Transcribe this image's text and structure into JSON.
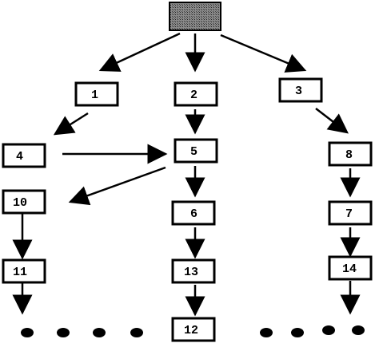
{
  "diagram": {
    "root": {
      "label": ""
    },
    "nodes": [
      {
        "id": "n1",
        "label": "1"
      },
      {
        "id": "n2",
        "label": "2"
      },
      {
        "id": "n3",
        "label": "3"
      },
      {
        "id": "n4",
        "label": "4"
      },
      {
        "id": "n5",
        "label": "5"
      },
      {
        "id": "n8",
        "label": "8"
      },
      {
        "id": "n10",
        "label": "10"
      },
      {
        "id": "n6",
        "label": "6"
      },
      {
        "id": "n7",
        "label": "7"
      },
      {
        "id": "n11",
        "label": "11"
      },
      {
        "id": "n13",
        "label": "13"
      },
      {
        "id": "n14",
        "label": "14"
      },
      {
        "id": "n12",
        "label": "12"
      }
    ],
    "edges": [
      [
        "root",
        "n1"
      ],
      [
        "root",
        "n2"
      ],
      [
        "root",
        "n3"
      ],
      [
        "n1",
        "n4"
      ],
      [
        "n2",
        "n5"
      ],
      [
        "n3",
        "n8"
      ],
      [
        "n4",
        "n5"
      ],
      [
        "n5",
        "n10"
      ],
      [
        "n5",
        "n6"
      ],
      [
        "n8",
        "n7"
      ],
      [
        "n10",
        "n11"
      ],
      [
        "n6",
        "n13"
      ],
      [
        "n7",
        "n14"
      ],
      [
        "n13",
        "n12"
      ]
    ]
  }
}
